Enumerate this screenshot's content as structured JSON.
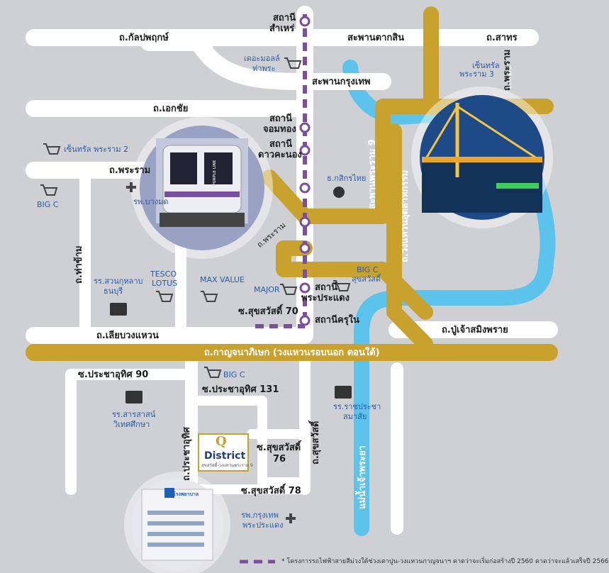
{
  "roads": {
    "kanlapaphruek": "ถ.กัลปพฤกษ์",
    "sathorn": "ถ.สาทร",
    "ekkachai": "ถ.เอกชัย",
    "phraram2": "ถ.พระราม",
    "tha_kham": "ถ.ท่าข้าม",
    "liap_wong_waen": "ถ.เลียบวงแหวน",
    "kanchanaphisek": "ถ.กาญจนาภิเษก (วงแหวนรอบนอก ตอนใต้)",
    "pu_chao": "ถ.ปู่เจ้าสมิงพราย",
    "wong_waen_utsahakam": "ถ.วงแหวนอุตสาหกรรม",
    "rama9_bridge_road": "สะพานพระราม 9",
    "pracha_uthit": "ถ.ประชาอุทิศ",
    "suksawat": "ถ.สุขสวัสดิ์",
    "rama": "ถ.พระราม"
  },
  "sois": {
    "suksawat70": "ซ.สุขสวัสดิ์ 70",
    "pracha_uthit90": "ซ.ประชาอุทิศ 90",
    "pracha_uthit131": "ซ.ประชาอุทิศ 131",
    "suksawat76_line1": "ซ.สุขสวัสดิ์",
    "suksawat76_line2": "76",
    "suksawat78": "ซ.สุขสวัสดิ์ 78"
  },
  "bridges": {
    "taksin": "สะพานตากสิน",
    "krungthep": "สะพานกรุงเทพ"
  },
  "river": "แม่น้ำเจ้าพระยา",
  "stations": {
    "samre_l1": "สถานี",
    "samre_l2": "สำเหร่",
    "chom_thong_l1": "สถานี",
    "chom_thong_l2": "จอมทอง",
    "dao_khanong_l1": "สถานี",
    "dao_khanong_l2": "ดาวคะนอง",
    "phra_pradaeng_l1": "สถานี",
    "phra_pradaeng_l2": "พระประแดง",
    "khru_nai": "สถานีครุใน"
  },
  "places": {
    "the_mall_l1": "เดอะมอลล์",
    "the_mall_l2": "ท่าพระ",
    "central_rama2": "เซ็นทรัล พระราม 2",
    "big_c_left": "BIG C",
    "bangmod": "รพ.บางมด",
    "kasikorn": "ธ.กสิกรไทย",
    "central_rama3_l1": "เซ็นทรัล",
    "central_rama3_l2": "พระราม 3",
    "suan_kularb_l1": "รร.สวนกุหลาบ",
    "suan_kularb_l2": "ธนบุรี",
    "tesco_l1": "TESCO",
    "tesco_l2": "LOTUS",
    "max_value": "MAX VALUE",
    "major": "MAJOR",
    "big_c_suksawat_l1": "BIG C",
    "big_c_suksawat_l2": "สุขสวัสดิ์",
    "big_c_pracha": "BIG C",
    "sarasas_l1": "รร.สารสาสน์",
    "sarasas_l2": "วิเทศศึกษา",
    "ratchaprachasamasai_l1": "รร.ราชประชา",
    "ratchaprachasamasai_l2": "สมาสัย",
    "bangkok_hospital_l1": "รพ.กรุงเทพ",
    "bangkok_hospital_l2": "พระประแดง",
    "q_district_title": "District",
    "q_district_letter": "Q",
    "q_district_sub": "สุขสวัสดิ์-วงแหวนพระราม 9",
    "train_text": "PURPLE LINE",
    "hospital_sign": "โรงพยาบาล",
    "road_sign_right": "ถ.พระรามสาม"
  },
  "footnote": "* โครงการรถไฟฟ้าสายสีม่วงใต้ช่วงเตาปูน-วงแหวนกาญจนาฯ คาดว่าจะเริ่มก่อสร้างปี 2560 คาดว่าจะแล้วเสร็จปี 2566",
  "colors": {
    "road": "#ffffff",
    "main_road": "#c8a22c",
    "river": "#5cc4ec",
    "purple_line": "#7a4f9e",
    "background": "#cfd0d4"
  }
}
